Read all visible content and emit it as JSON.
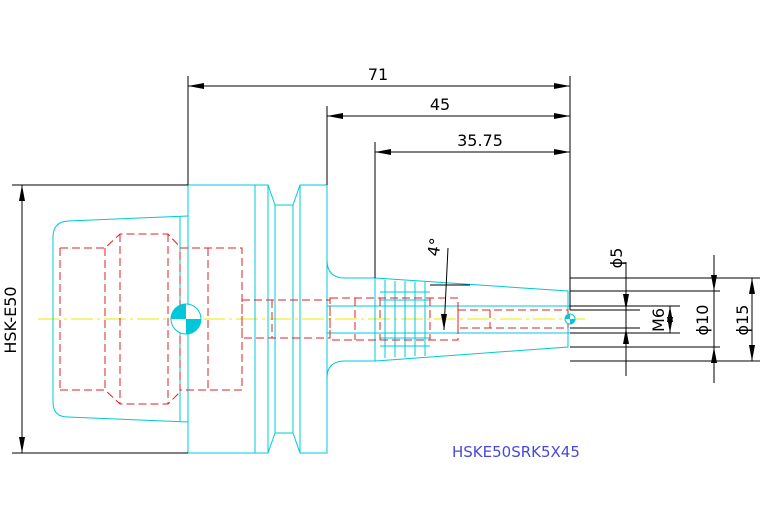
{
  "drawing": {
    "part_number": "HSKE50SRK5X45",
    "dimensions": {
      "overall_length": "71",
      "length_45": "45",
      "length_35_75": "35.75",
      "taper_angle": "4°",
      "bore_dia": "ϕ5",
      "thread": "M6",
      "dia_10": "ϕ10",
      "dia_15": "ϕ15",
      "interface": "HSK-E50"
    },
    "colors": {
      "outline": "#00c8d8",
      "hidden": "#e02020",
      "centerline": "#e8e800",
      "dimension": "#000000",
      "title": "#4848d8"
    }
  }
}
